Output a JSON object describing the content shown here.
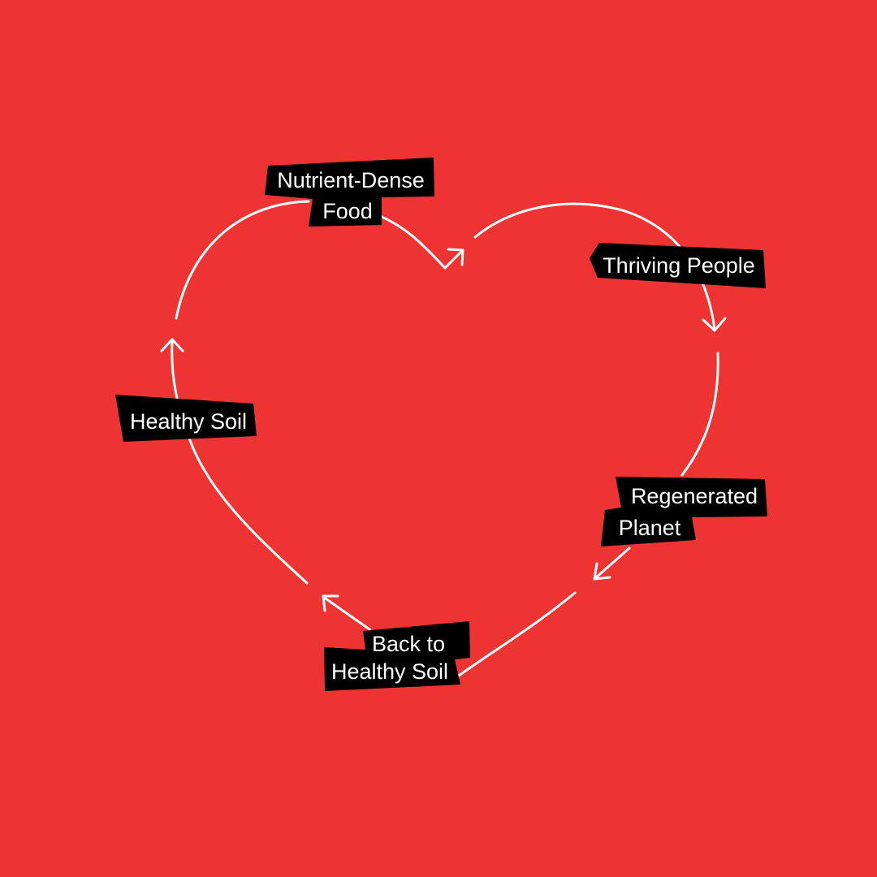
{
  "colors": {
    "background": "#EE3333",
    "line": "#FFFFFF",
    "label_bg": "#000000",
    "label_text": "#FFFFFF"
  },
  "cycle": {
    "steps": [
      {
        "line1": "Nutrient-Dense",
        "line2": "Food"
      },
      {
        "line1": "Thriving People"
      },
      {
        "line1": "Regenerated",
        "line2": "Planet"
      },
      {
        "line1": "Back to",
        "line2": "Healthy Soil"
      },
      {
        "line1": "Healthy Soil"
      }
    ]
  }
}
